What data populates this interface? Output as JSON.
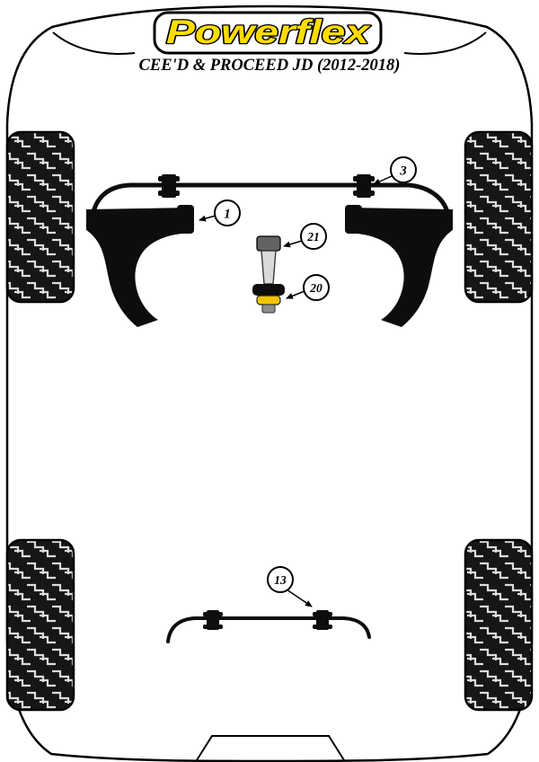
{
  "header": {
    "logo_text": "Powerflex",
    "subtitle": "CEE'D & PROCEED JD (2012-2018)"
  },
  "colors": {
    "logo_yellow": "#ffdd00",
    "bushing_yellow": "#f2c400",
    "outline_black": "#000000"
  },
  "diagram": {
    "callouts": [
      {
        "label": "1"
      },
      {
        "label": "3"
      },
      {
        "label": "21"
      },
      {
        "label": "20"
      },
      {
        "label": "13"
      }
    ]
  }
}
